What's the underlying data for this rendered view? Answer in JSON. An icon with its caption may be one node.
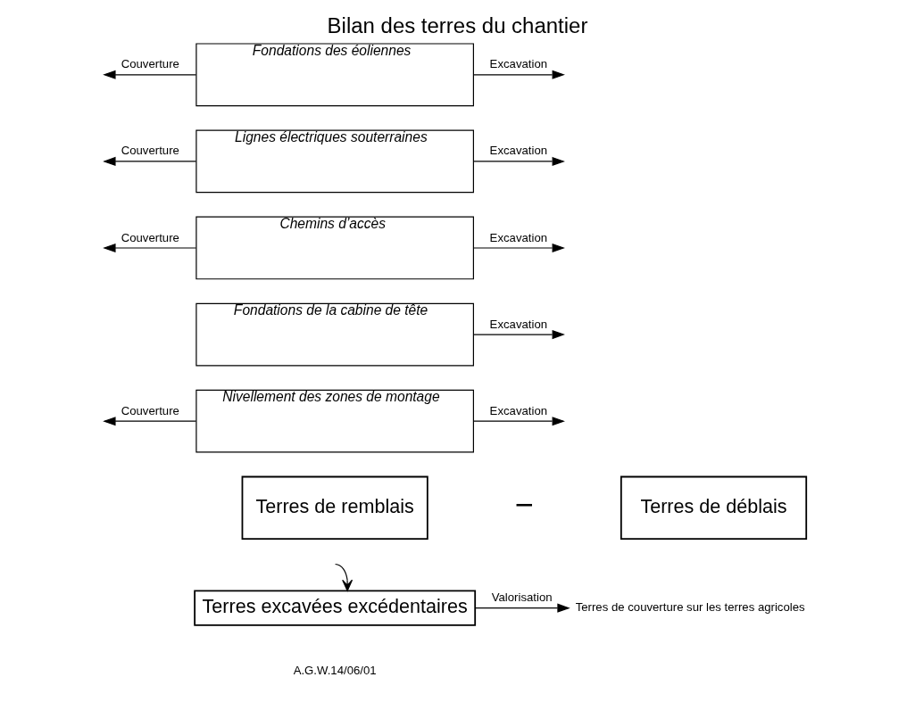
{
  "diagram": {
    "title": "Bilan des terres du chantier",
    "nodes": [
      {
        "text": [
          "Fondations des éoliennes"
        ]
      },
      {
        "text": [
          "Lignes électriques souterraines"
        ]
      },
      {
        "text": [
          "Chemins d’accès"
        ]
      },
      {
        "text": [
          "Fondations de la cabine de tête"
        ]
      },
      {
        "text": [
          "Nivellement des zones de montage"
        ]
      },
      {
        "text": [
          "Terres de remblais"
        ]
      },
      {
        "text": [
          "Terres de déblais"
        ]
      },
      {
        "text": [
          "Terres excavées excédentaires"
        ]
      },
      {
        "text": [
          "Terres de couverture sur les terres agricoles"
        ]
      }
    ],
    "edges": [
      {
        "from": 0,
        "to": null,
        "arrow": "to",
        "label": "Couverture"
      },
      {
        "from": 0,
        "to": null,
        "arrow": "to",
        "label": "Excavation"
      },
      {
        "from": 1,
        "to": null,
        "arrow": "to",
        "label": "Couverture"
      },
      {
        "from": 1,
        "to": null,
        "arrow": "to",
        "label": "Excavation"
      },
      {
        "from": 2,
        "to": null,
        "arrow": "to",
        "label": "Couverture"
      },
      {
        "from": 2,
        "to": null,
        "arrow": "to",
        "label": "Excavation"
      },
      {
        "from": 3,
        "to": null,
        "arrow": "to",
        "label": "Excavation"
      },
      {
        "from": 4,
        "to": null,
        "arrow": "to",
        "label": "Couverture"
      },
      {
        "from": 4,
        "to": null,
        "arrow": "to",
        "label": "Excavation"
      },
      {
        "from": null,
        "to": 7,
        "arrow": "to"
      },
      {
        "from": 7,
        "to": 8,
        "arrow": "to",
        "label": "Valorisation"
      }
    ],
    "labels": [
      "−",
      "A.G.W.14/06/01"
    ]
  }
}
